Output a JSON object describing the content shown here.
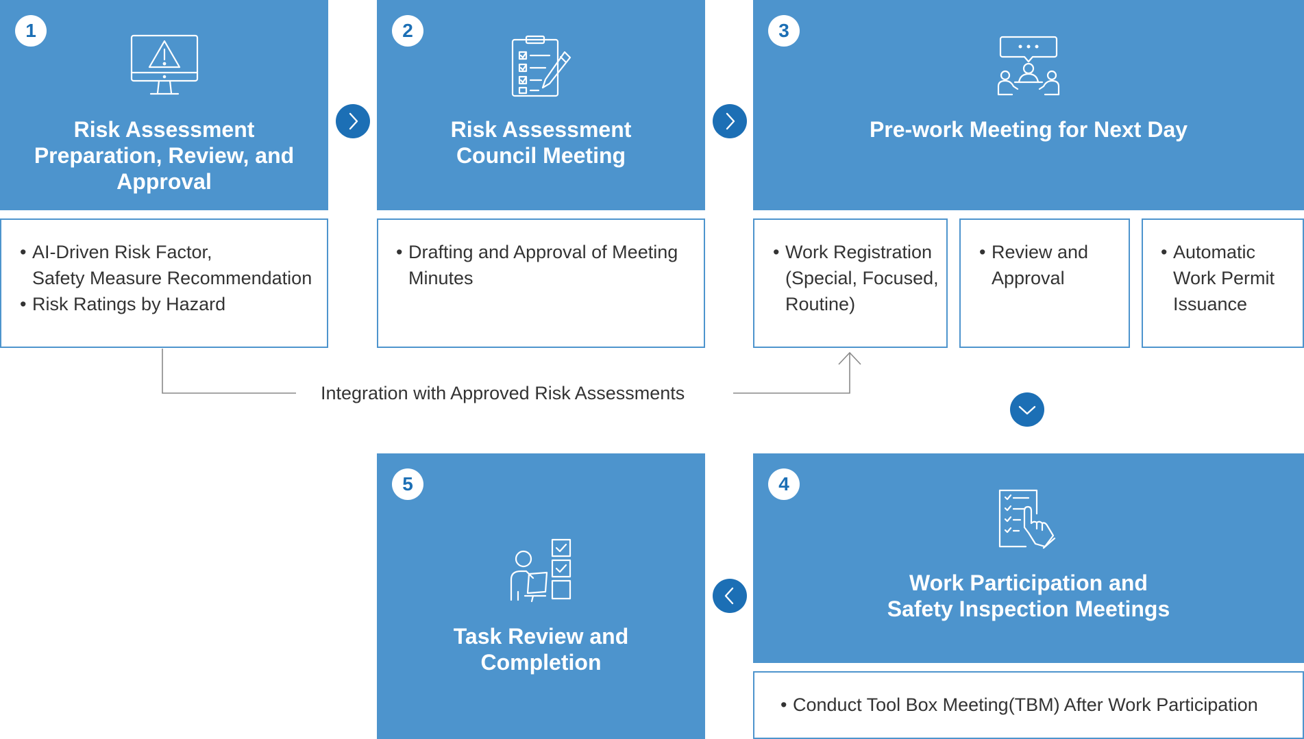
{
  "steps": [
    {
      "number": "1",
      "title_lines": [
        "Risk Assessment",
        "Preparation, Review, and",
        "Approval"
      ],
      "icon": "monitor-warning-icon",
      "details": [
        {
          "lines": [
            "AI-Driven Risk Factor,",
            "Safety Measure Recommendation"
          ]
        },
        {
          "lines": [
            "Risk Ratings by Hazard"
          ]
        }
      ]
    },
    {
      "number": "2",
      "title_lines": [
        "Risk Assessment",
        "Council Meeting"
      ],
      "icon": "clipboard-checklist-icon",
      "details": [
        {
          "lines": [
            "Drafting and Approval of Meeting",
            "Minutes"
          ]
        }
      ]
    },
    {
      "number": "3",
      "title_lines": [
        "Pre-work Meeting for Next Day"
      ],
      "icon": "meeting-discussion-icon",
      "detail_boxes": [
        {
          "lines": [
            "Work Registration",
            "(Special, Focused,",
            "Routine)"
          ]
        },
        {
          "lines": [
            "Review and",
            "Approval"
          ]
        },
        {
          "lines": [
            "Automatic",
            "Work Permit",
            "Issuance"
          ]
        }
      ]
    },
    {
      "number": "4",
      "title_lines": [
        "Work Participation and",
        "Safety Inspection Meetings"
      ],
      "icon": "checklist-touch-icon",
      "details": [
        {
          "lines": [
            "Conduct Tool Box Meeting(TBM) After Work Participation"
          ]
        }
      ]
    },
    {
      "number": "5",
      "title_lines": [
        "Task Review and",
        "Completion"
      ],
      "icon": "person-review-checkboxes-icon"
    }
  ],
  "integration_label": "Integration with Approved Risk Assessments",
  "colors": {
    "box_fill": "#4d94cd",
    "box_border": "#4d94cd",
    "arrow_fill": "#1c6fb5",
    "text_dark": "#333333",
    "connector_line": "#888888"
  }
}
